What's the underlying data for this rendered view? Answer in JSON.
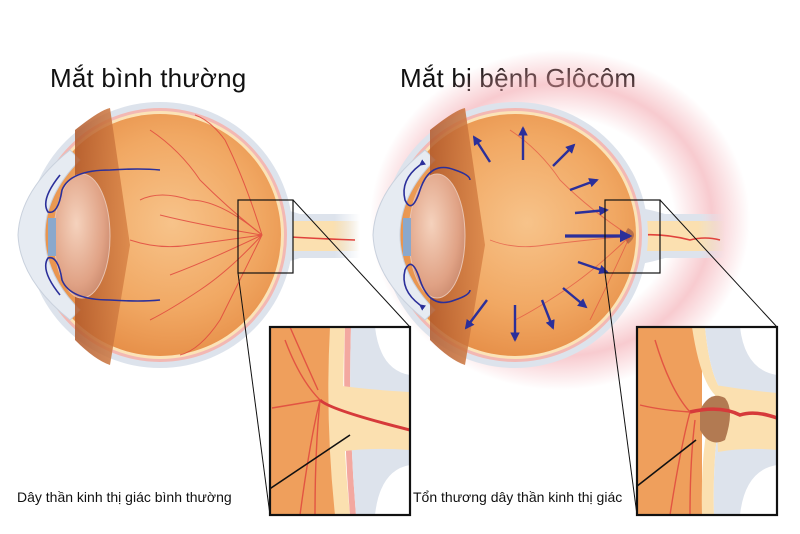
{
  "titles": {
    "normal": "Mắt bình thường",
    "glaucoma": "Mắt bị bệnh Glôcôm"
  },
  "captions": {
    "normal_nerve": "Dây thần kinh thị giác bình thường",
    "damaged_nerve": "Tổn thương dây thần kinh thị giác"
  },
  "colors": {
    "background": "#ffffff",
    "sclera": "#dde3ec",
    "retina_fill": "#f1a460",
    "vessel": "#e0423c",
    "nerve": "#fbe0b0",
    "arrow": "#2b2f9a",
    "pressure_glow": "#f2a0a8",
    "box_line": "#111111"
  },
  "icons": {
    "pressure_arrows": "arrow-icon",
    "fluid_flow": "curved-arrow-icon"
  }
}
